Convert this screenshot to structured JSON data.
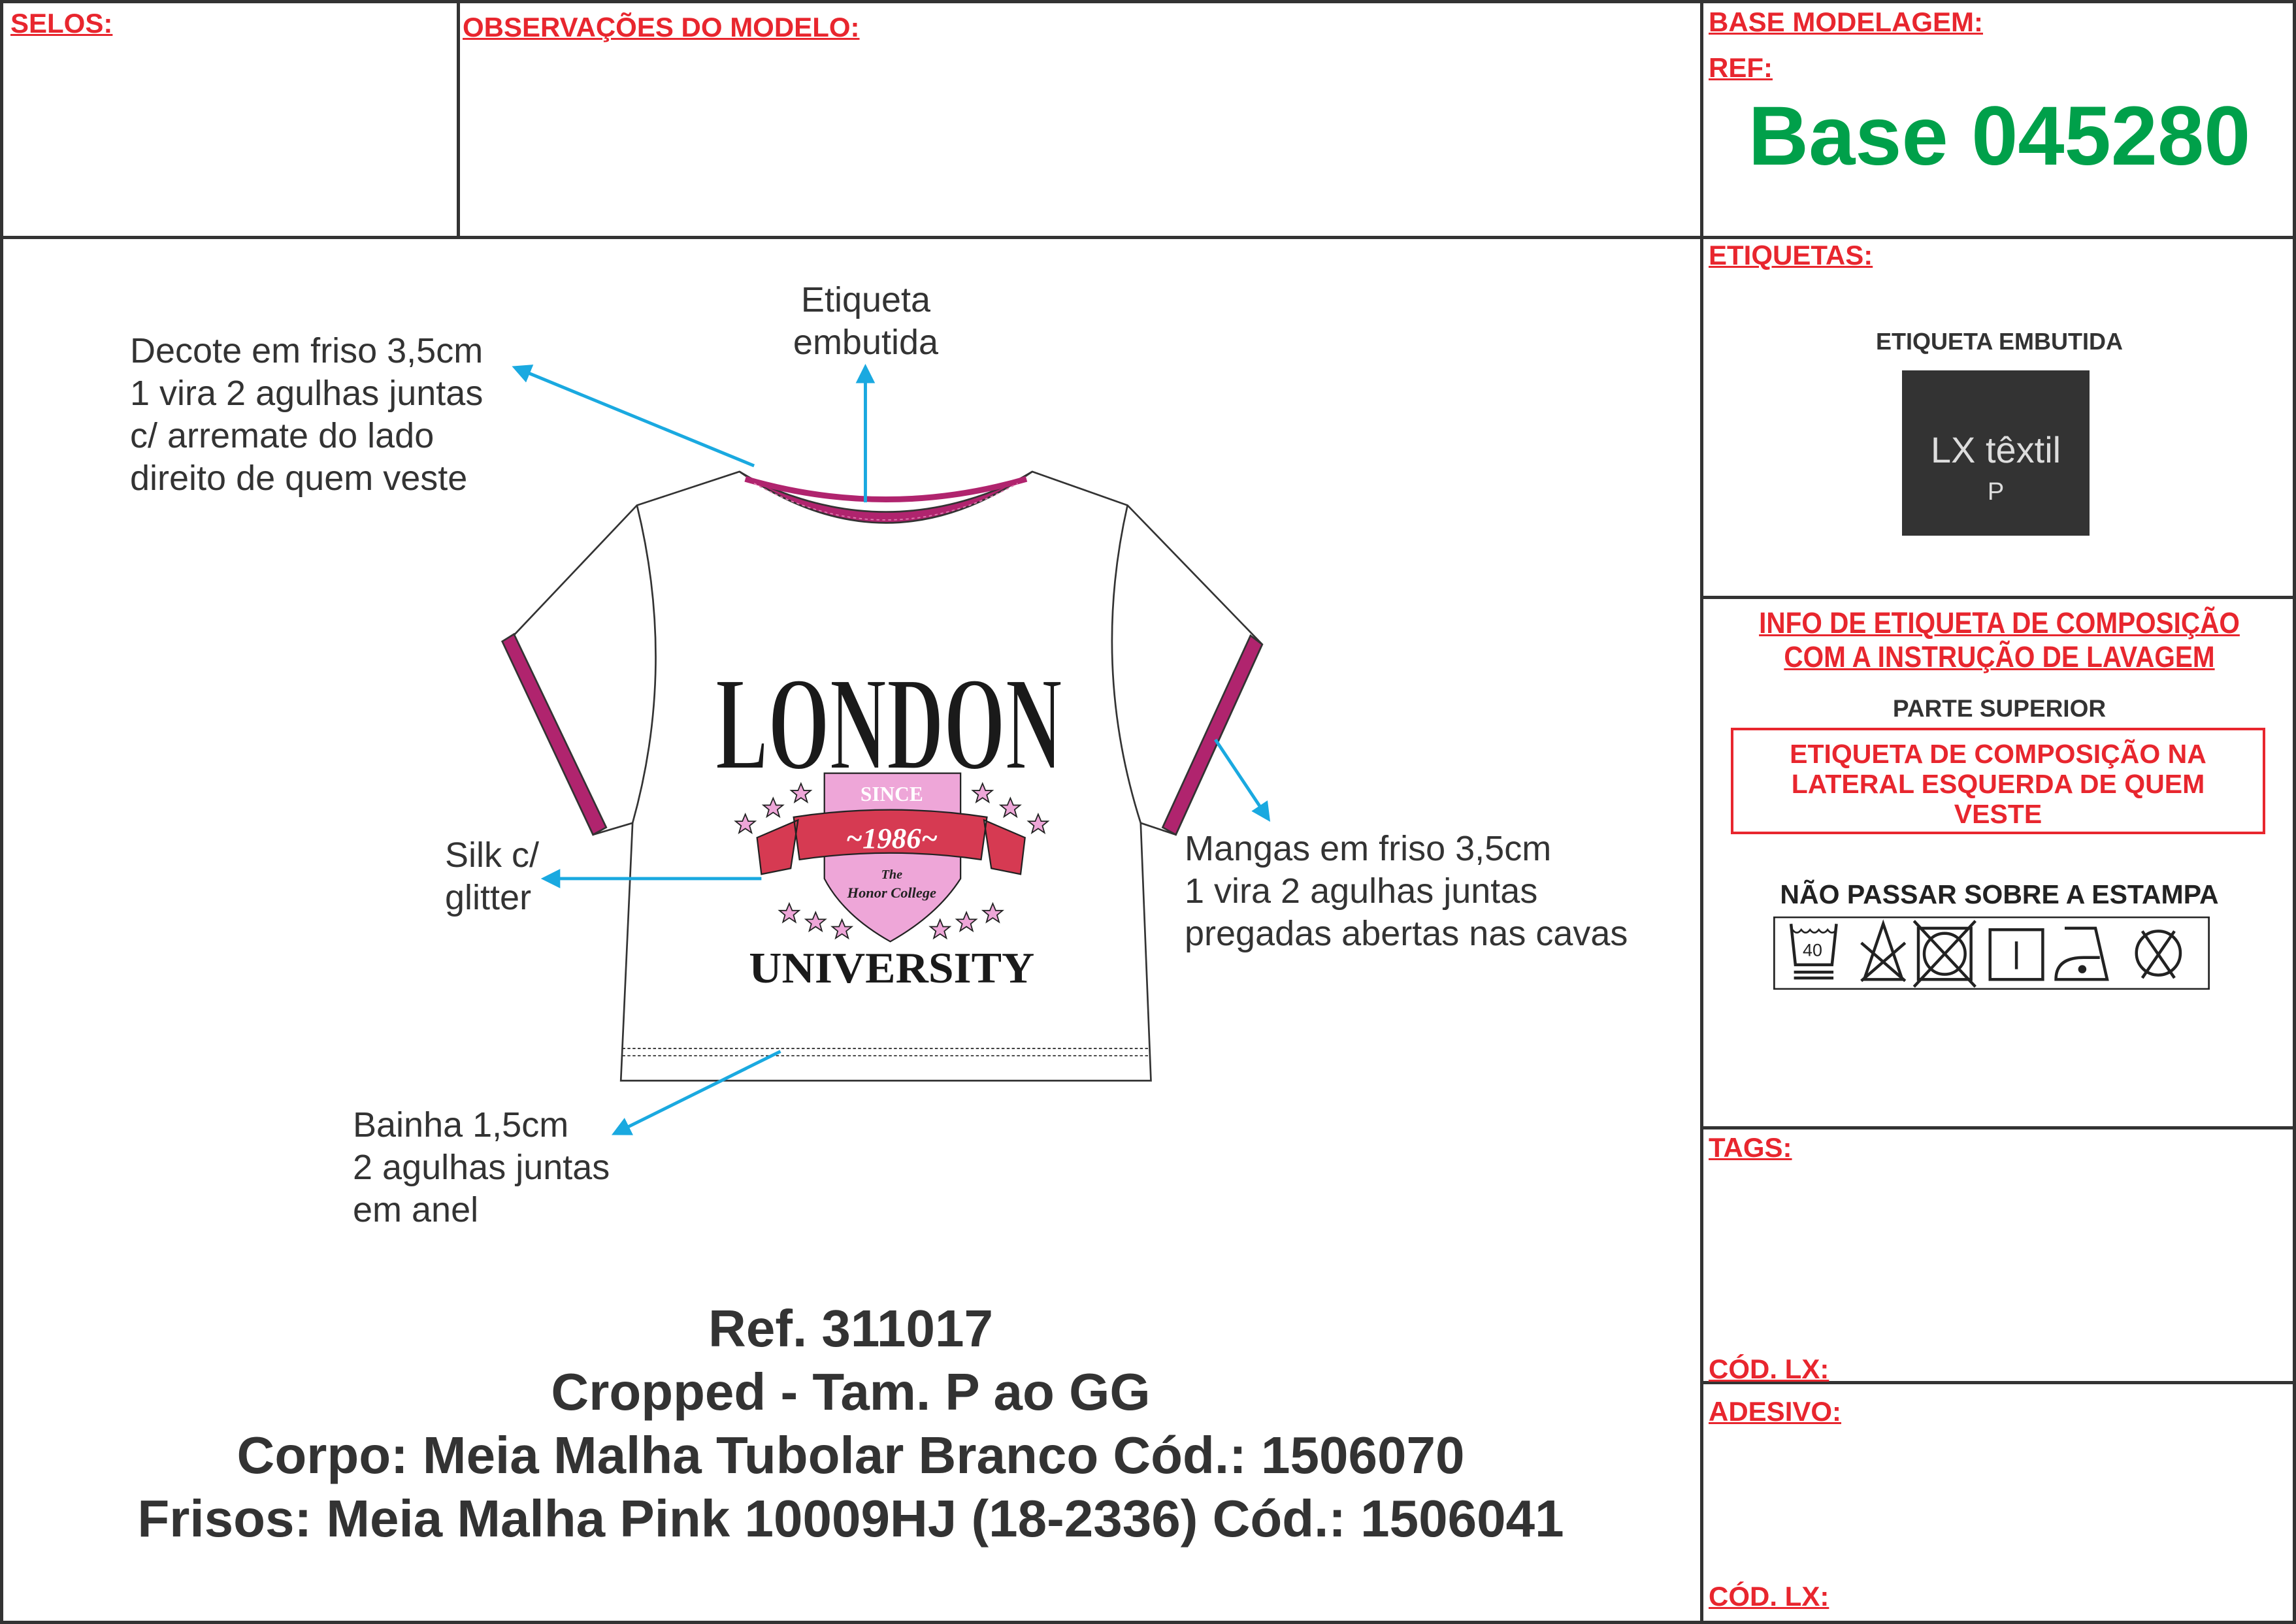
{
  "headers": {
    "selos": "SELOS:",
    "observacoes": "OBSERVAÇÕES DO MODELO:",
    "base_modelagem": "BASE MODELAGEM:",
    "ref": "REF:",
    "ref_value": "Base 045280",
    "etiquetas": "ETIQUETAS:",
    "tags": "TAGS:",
    "cod_lx_1": "CÓD. LX:",
    "adesivo": "ADESIVO:",
    "cod_lx_2": "CÓD. LX:"
  },
  "etiqueta": {
    "title": "ETIQUETA EMBUTIDA",
    "brand": "LX têxtil",
    "size": "P"
  },
  "composicao": {
    "title_line1": "INFO DE ETIQUETA DE COMPOSIÇÃO",
    "title_line2": "COM A INSTRUÇÃO DE LAVAGEM",
    "parte": "PARTE SUPERIOR",
    "box_line1": "ETIQUETA DE COMPOSIÇÃO NA",
    "box_line2": "LATERAL ESQUERDA DE QUEM",
    "box_line3": "VESTE",
    "warning": "NÃO PASSAR SOBRE A ESTAMPA",
    "wash_temp": "40",
    "symbols": [
      "wash-40-icon",
      "no-bleach-icon",
      "no-tumble-dry-icon",
      "line-dry-icon",
      "iron-icon",
      "no-dry-clean-icon"
    ]
  },
  "annotations": {
    "etiqueta": "Etiqueta\nembutida",
    "decote": "Decote em friso 3,5cm\n1 vira 2 agulhas juntas\nc/ arremate do lado\ndireito de quem veste",
    "silk": "Silk c/\nglitter",
    "mangas": "Mangas em friso 3,5cm\n1 vira 2 agulhas juntas\npregadas abertas nas cavas",
    "bainha": "Bainha 1,5cm\n2 agulhas juntas\nem anel"
  },
  "print": {
    "top": "LONDON",
    "since": "SINCE",
    "year": "~1986~",
    "the": "The",
    "college": "Honor College",
    "bottom": "UNIVERSITY"
  },
  "product": {
    "ref": "Ref. 311017",
    "model": "Cropped - Tam. P ao GG",
    "corpo": "Corpo: Meia Malha Tubolar Branco Cód.: 1506070",
    "frisos": "Frisos: Meia Malha Pink 10009HJ (18-2336) Cód.: 1506041"
  },
  "colors": {
    "red": "#e8262e",
    "green": "#00a04a",
    "pink": "#b0246e",
    "arrow": "#1aa9e0"
  }
}
